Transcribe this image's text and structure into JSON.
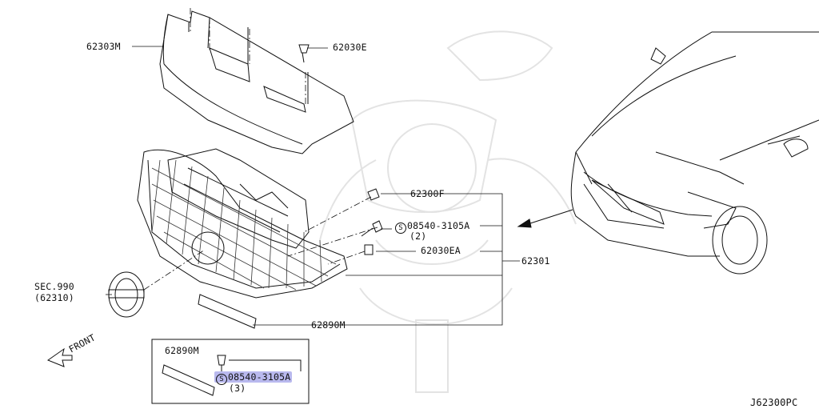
{
  "labels": {
    "part_62303M": "62303M",
    "part_62030E": "62030E",
    "part_62300F": "62300F",
    "bolt_08540": "08540-3105A",
    "bolt_qty_2": "(2)",
    "part_62030EA": "62030EA",
    "part_62301": "62301",
    "sec_990": "SEC.990",
    "sec_62310": "(62310)",
    "part_62890M": "62890M",
    "front": "FRONT",
    "inset_62890M": "62890M",
    "inset_bolt": "08540-3105A",
    "inset_qty_3": "(3)",
    "diagram_code": "J62300PC",
    "s_symbol": "S"
  },
  "colors": {
    "line": "#111111",
    "highlight": "#b9b9ee",
    "watermark": "#e3e3e3"
  }
}
